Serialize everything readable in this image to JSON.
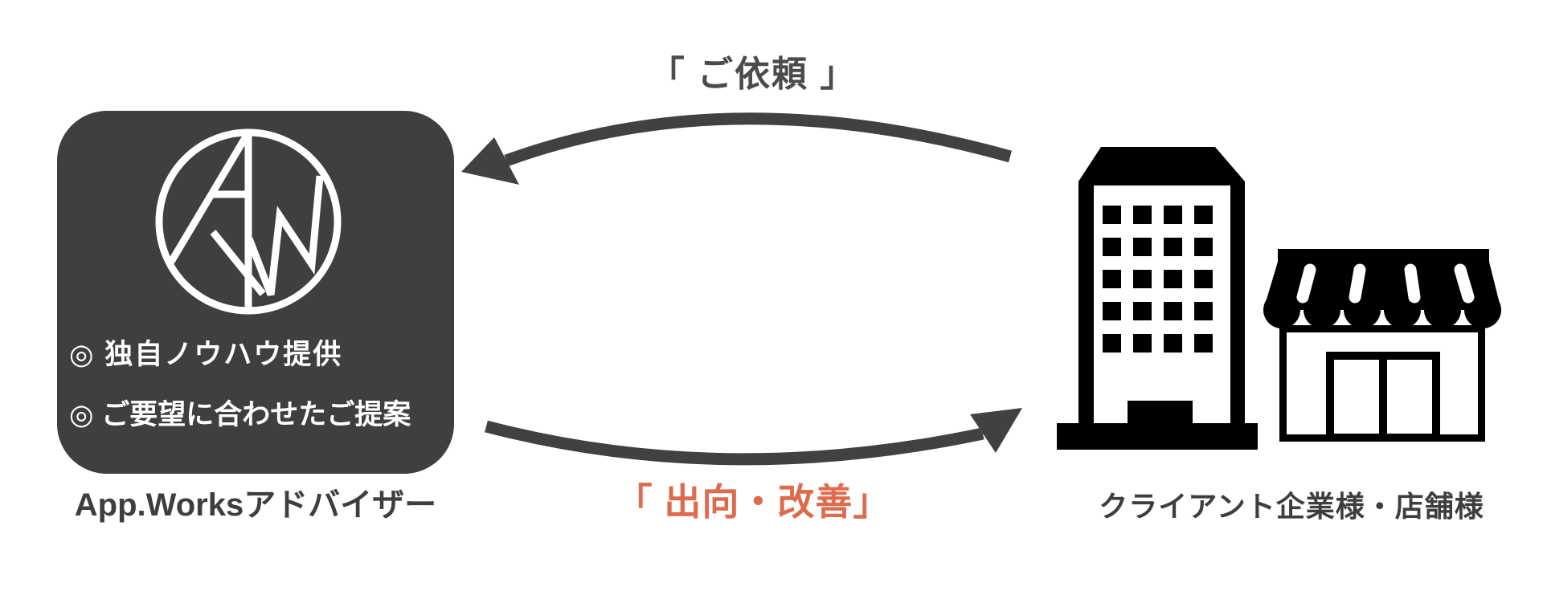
{
  "page": {
    "background_color": "#ffffff",
    "type": "relationship-diagram"
  },
  "advisor": {
    "card_color": "#3F3F41",
    "logo": "app-works-aw-monogram-icon",
    "logo_color": "#ffffff",
    "features": [
      "◎ 独自ノウハウ提供",
      "◎ ご要望に合わせたご提案"
    ],
    "label": "App.Worksアドバイザー"
  },
  "flows": {
    "arrow_color": "#414143",
    "request": {
      "text": "「 ご依頼 」",
      "color": "#4B4B4E",
      "direction": "client-to-advisor"
    },
    "dispatch": {
      "text": "「 出向・改善」",
      "color": "#DD6B4D",
      "direction": "advisor-to-client"
    }
  },
  "client": {
    "label": "クライアント企業様・店舗様",
    "icons": [
      "office-building-icon",
      "storefront-icon"
    ],
    "icon_color": "#000000"
  }
}
